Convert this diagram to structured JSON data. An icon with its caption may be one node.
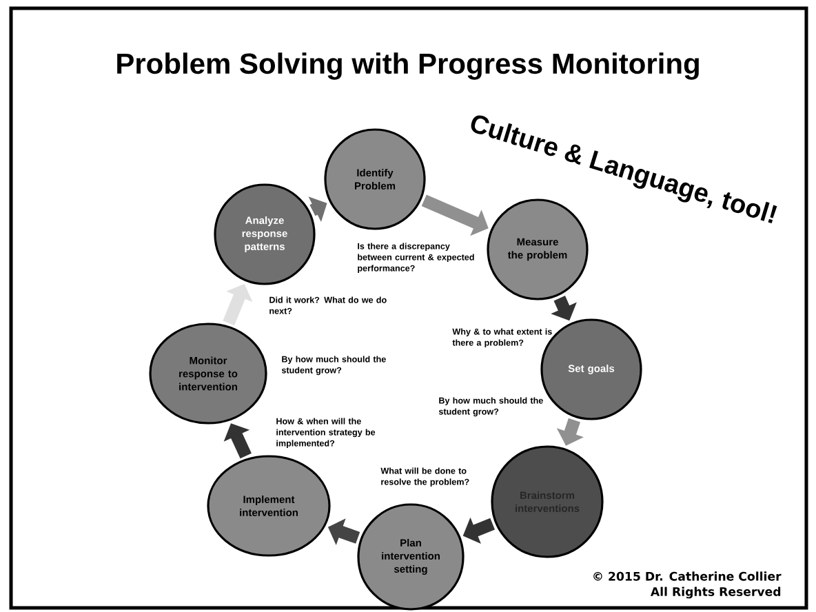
{
  "diagram": {
    "title": "Problem Solving with Progress Monitoring",
    "nodes": [
      {
        "text": [
          "Identify Problem"
        ]
      },
      {
        "text": [
          "Measure the problem"
        ]
      },
      {
        "text": [
          "Set goals"
        ]
      },
      {
        "text": [
          "Brainstorm interventions"
        ]
      },
      {
        "text": [
          "Plan intervention setting"
        ]
      },
      {
        "text": [
          "Implement intervention"
        ]
      },
      {
        "text": [
          "Monitor response to intervention"
        ]
      },
      {
        "text": [
          "Analyze response patterns"
        ]
      }
    ],
    "edges": [
      {
        "from": 7,
        "to": 0,
        "arrow": "to",
        "color": "#707070"
      },
      {
        "from": 0,
        "to": 1,
        "arrow": "to",
        "color": "#909090"
      },
      {
        "from": 1,
        "to": 2,
        "arrow": "to",
        "color": "#333333"
      },
      {
        "from": 2,
        "to": 3,
        "arrow": "to",
        "color": "#909090"
      },
      {
        "from": 3,
        "to": 4,
        "arrow": "to",
        "color": "#333333"
      },
      {
        "from": 4,
        "to": 5,
        "arrow": "to",
        "color": "#444444"
      },
      {
        "from": 5,
        "to": 6,
        "arrow": "to",
        "color": "#333333"
      },
      {
        "from": 6,
        "to": 7,
        "arrow": "to",
        "color": "#e0e0e0"
      }
    ],
    "labels": [
      "Culture & Language, tool!",
      "Is there a discrepancy between current & expected performance?",
      "Did it work? What do we do next?",
      "Why & to what extent is there a problem?",
      "By how much should the student grow?",
      "By how much should the student grow?",
      "How & when will the intervention strategy be implemented?",
      "What will be done to resolve the problem?",
      "© 2015 Dr. Catherine Collier",
      "All Rights Reserved"
    ]
  }
}
